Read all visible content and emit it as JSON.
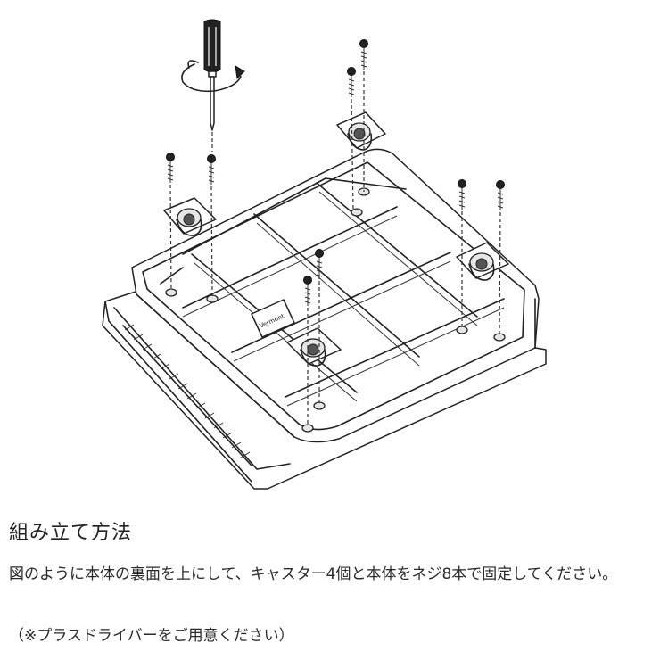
{
  "heading": "組み立て方法",
  "instruction": "図のように本体の裏面を上にして、キャスター4個と本体をネジ8本で固定してください。",
  "note": "（※プラスドライバーをご用意ください）",
  "label_text": "Vermont",
  "colors": {
    "text": "#222222",
    "line": "#222222",
    "shade": "#e6e6e6"
  }
}
